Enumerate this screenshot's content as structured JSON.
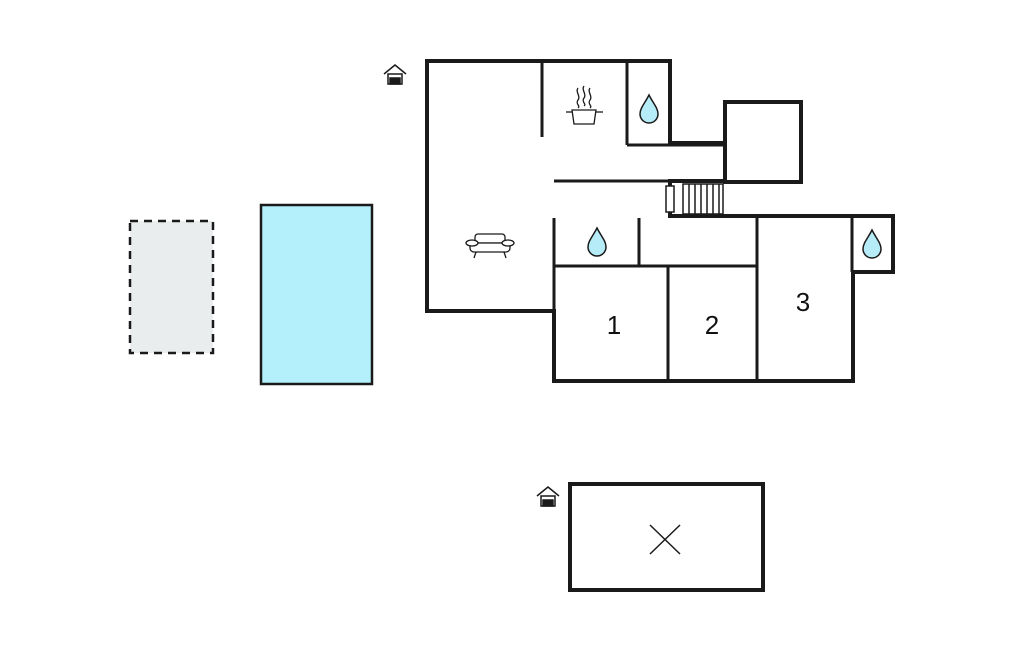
{
  "rooms": {
    "bedroom_1": {
      "label": "1"
    },
    "bedroom_2": {
      "label": "2"
    },
    "bedroom_3": {
      "label": "3"
    }
  },
  "icons": {
    "entrance": "house-entrance-icon",
    "kitchen": "cooking-pot-icon",
    "bathroom": "water-drop-icon",
    "living": "sofa-icon",
    "stairs": "stairs-icon"
  },
  "colors": {
    "wall": "#1a1a1a",
    "pool": "#b3f0fb",
    "terrace": "#eaeded",
    "water_drop": "#b6ecf7"
  }
}
